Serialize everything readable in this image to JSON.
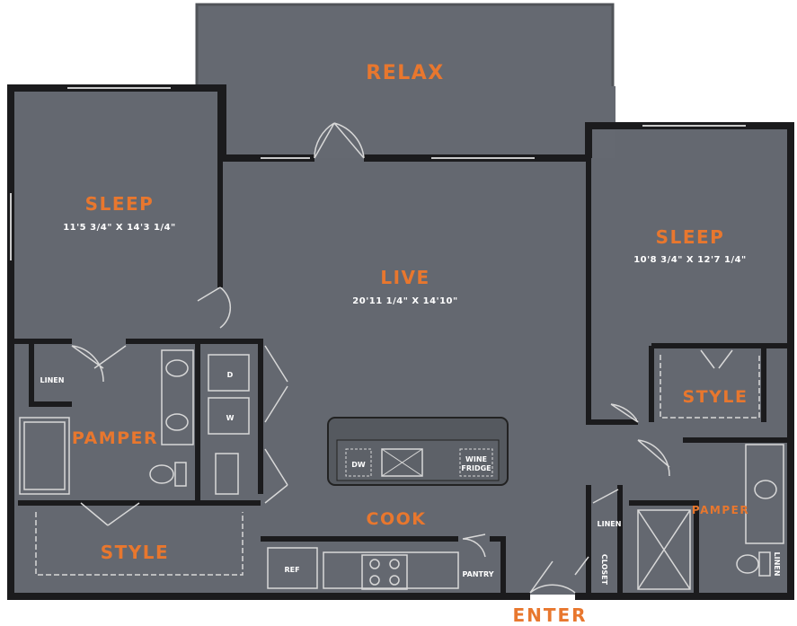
{
  "rooms": {
    "relax": "RELAX",
    "sleep_left": "SLEEP",
    "sleep_left_dim": "11'5 3/4\" X 14'3 1/4\"",
    "live": "LIVE",
    "live_dim": "20'11 1/4\" X 14'10\"",
    "sleep_right": "SLEEP",
    "sleep_right_dim": "10'8 3/4\" X 12'7 1/4\"",
    "pamper_left": "PAMPER",
    "style_left": "STYLE",
    "style_right": "STYLE",
    "cook": "COOK",
    "pamper_right": "PAMPER"
  },
  "fixtures": {
    "linen_left": "LINEN",
    "dryer": "D",
    "washer": "W",
    "dishwasher": "DW",
    "wine_fridge_1": "WINE",
    "wine_fridge_2": "FRIDGE",
    "ref": "REF",
    "pantry": "PANTRY",
    "linen_right": "LINEN",
    "closet": "CLOSET",
    "linen_bath": "LINEN"
  },
  "entry": "ENTER",
  "colors": {
    "floor": "#646870",
    "wall": "#1b1b1d",
    "accent": "#e8772e",
    "line": "#d8d8d8"
  }
}
